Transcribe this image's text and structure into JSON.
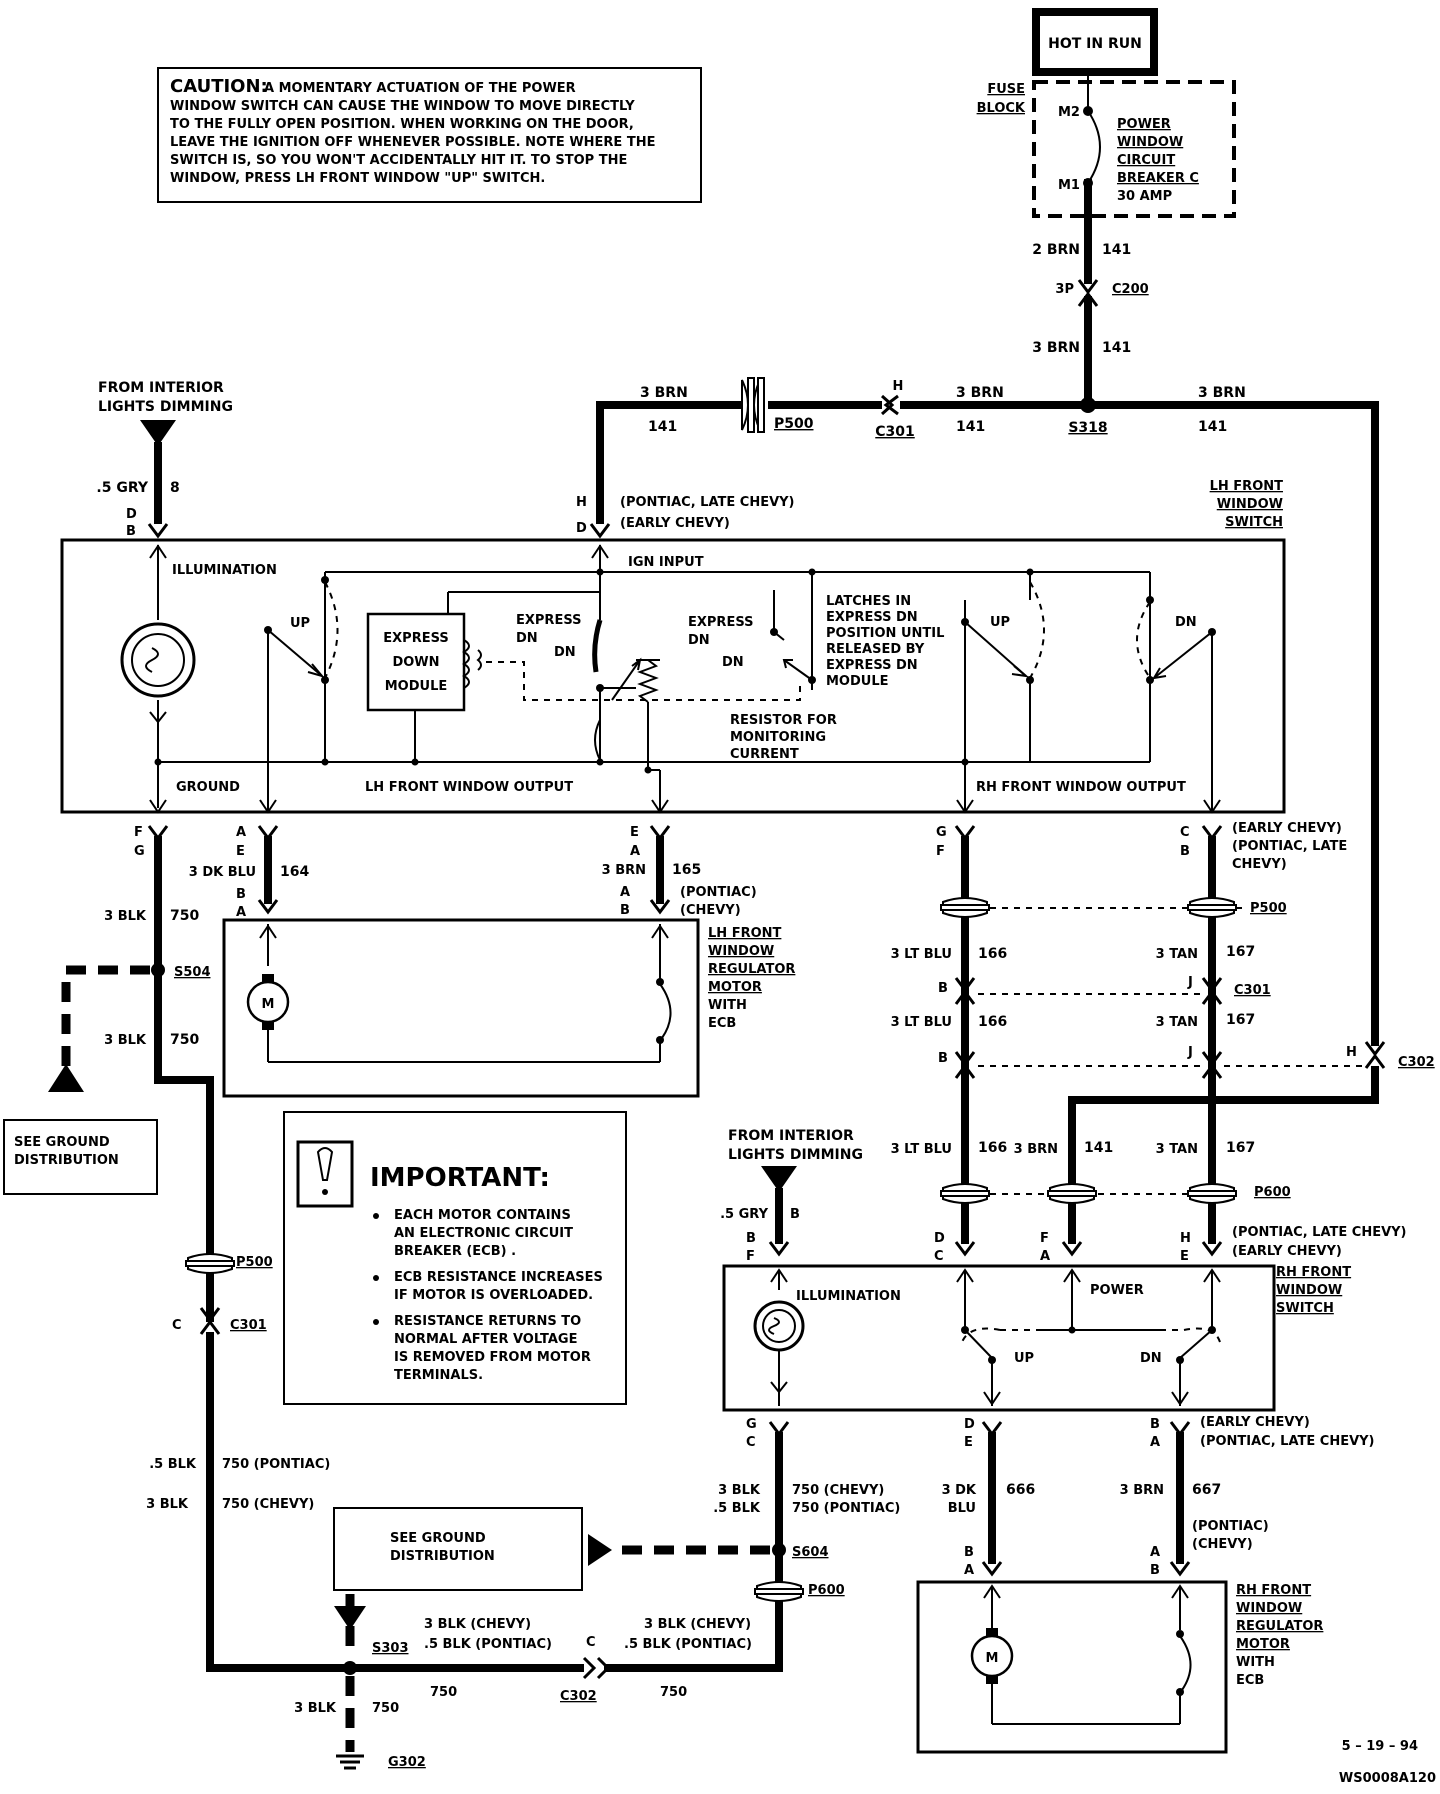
{
  "caution": {
    "lead": "CAUTION:",
    "lines": [
      "A MOMENTARY ACTUATION OF THE POWER",
      "WINDOW SWITCH CAN CAUSE THE WINDOW TO MOVE DIRECTLY",
      "TO THE FULLY OPEN POSITION.  WHEN WORKING ON THE DOOR,",
      "LEAVE THE IGNITION OFF WHENEVER POSSIBLE.  NOTE WHERE THE",
      "SWITCH IS, SO YOU WON'T ACCIDENTALLY HIT IT.   TO STOP THE",
      "WINDOW, PRESS LH FRONT WINDOW \"UP\" SWITCH."
    ]
  },
  "hot_in_run": "HOT IN RUN",
  "fuse": {
    "block": [
      "FUSE",
      "BLOCK"
    ],
    "m2": "M2",
    "m1": "M1",
    "name": [
      "POWER",
      "WINDOW",
      "CIRCUIT",
      "BREAKER C",
      "30 AMP"
    ]
  },
  "wires": {
    "w141a": "2 BRN",
    "n141": "141",
    "w3brn": "3 BRN",
    "n8": "8",
    "w5gry": ".5 GRY",
    "w164": "3 DK BLU",
    "n164": "164",
    "n165": "165",
    "w750": "3 BLK",
    "n750": "750",
    "w166": "3 LT BLU",
    "n166": "166",
    "w167": "3 TAN",
    "n167": "167",
    "w666a": "3  DK",
    "w666b": "BLU",
    "n666": "666",
    "n667": "667",
    "blk5": ".5  BLK",
    "blk3": "3  BLK",
    "n750p": "750  (PONTIAC)",
    "n750c": "750  (CHEVY)",
    "n750c2": "750  (CHEVY)",
    "n750p2": "750  (PONTIAC)",
    "s303a": "3  BLK  (CHEVY)",
    "s303b": ".5  BLK  (PONTIAC)"
  },
  "connectors": {
    "c200": "C200",
    "p3": "3P",
    "s318": "S318",
    "c301": "C301",
    "h": "H",
    "p500": "P500",
    "s504": "S504",
    "c302": "C302",
    "p600": "P600",
    "s604": "S604",
    "s303": "S303",
    "g302": "G302",
    "j": "J",
    "b": "B",
    "c": "C",
    "d": "D",
    "e": "E",
    "f": "F",
    "g": "G",
    "a": "A"
  },
  "notes": {
    "pontiac_late": "(PONTIAC,  LATE  CHEVY)",
    "early": "(EARLY  CHEVY)",
    "pontiac": "(PONTIAC)",
    "chevy": "(CHEVY)",
    "pont_late2": "(PONTIAC,  LATE",
    "chevy2": "CHEVY)"
  },
  "lh_switch": {
    "name": [
      "LH FRONT",
      "WINDOW",
      "SWITCH"
    ],
    "illumination": "ILLUMINATION",
    "ground": "GROUND",
    "ign": "IGN INPUT",
    "lh_out": "LH FRONT WINDOW OUTPUT",
    "rh_out": "RH FRONT WINDOW OUTPUT",
    "up": "UP",
    "dn": "DN",
    "express": "EXPRESS",
    "module": [
      "EXPRESS",
      "DOWN",
      "MODULE"
    ],
    "latches": [
      "LATCHES IN",
      "EXPRESS DN",
      "POSITION UNTIL",
      "RELEASED BY",
      "EXPRESS DN",
      "MODULE"
    ],
    "resistor": [
      "RESISTOR FOR",
      "MONITORING",
      "CURRENT"
    ]
  },
  "from_dimming": [
    "FROM INTERIOR",
    "LIGHTS DIMMING"
  ],
  "lh_motor": [
    "LH FRONT",
    "WINDOW",
    "REGULATOR",
    "MOTOR",
    "WITH",
    "ECB"
  ],
  "rh_motor": [
    "RH FRONT",
    "WINDOW",
    "REGULATOR",
    "MOTOR",
    "WITH",
    "ECB"
  ],
  "rh_switch": {
    "name": [
      "RH FRONT",
      "WINDOW",
      "SWITCH"
    ],
    "illumination": "ILLUMINATION",
    "power": "POWER",
    "up": "UP",
    "dn": "DN"
  },
  "motor_m": "M",
  "ground_dist": [
    "SEE GROUND",
    "DISTRIBUTION"
  ],
  "ground_dist2": [
    "SEE  GROUND",
    "DISTRIBUTION"
  ],
  "important": {
    "title": "IMPORTANT:",
    "bullets": [
      [
        "EACH MOTOR CONTAINS",
        "AN ELECTRONIC CIRCUIT",
        "BREAKER (ECB) ."
      ],
      [
        "ECB RESISTANCE INCREASES",
        "IF MOTOR IS OVERLOADED."
      ],
      [
        "RESISTANCE RETURNS TO",
        "NORMAL AFTER VOLTAGE",
        "IS REMOVED FROM MOTOR",
        "TERMINALS."
      ]
    ]
  },
  "footer": {
    "date": "5 – 19 – 94",
    "code": "WS0008A120"
  }
}
